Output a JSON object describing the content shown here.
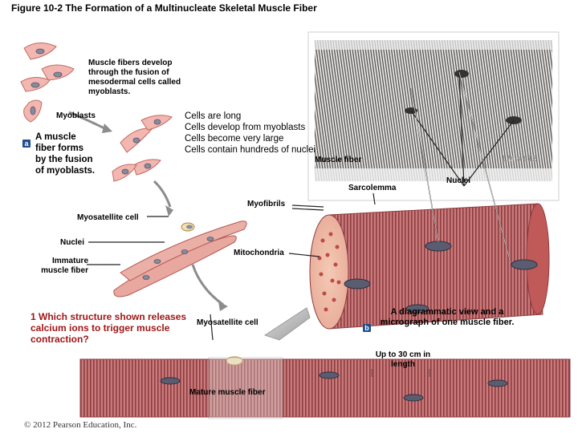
{
  "figure": {
    "title": "Figure 10-2 The Formation of a Multinucleate Skeletal Muscle Fiber",
    "copyright": "© 2012 Pearson Education, Inc."
  },
  "panel_a": {
    "badge": "a",
    "myoblast_intro": "Muscle fibers develop through the fusion of mesodermal cells called myoblasts.",
    "myoblasts_label": "Myoblasts",
    "caption": "A muscle fiber forms by the fusion of myoblasts.",
    "myosatellite_label": "Myosatellite cell",
    "nuclei_label": "Nuclei",
    "immature_label": "Immature muscle fiber",
    "mature_label": "Mature muscle fiber",
    "myosatellite_label_2": "Myosatellite cell",
    "length_label": "Up to 30 cm in length"
  },
  "question": "1 Which structure shown releases calcium ions to trigger muscle contraction?",
  "panel_b": {
    "badge": "b",
    "cell_facts": [
      "Cells are long",
      "Cells develop from myoblasts",
      "Cells become very large",
      "Cells contain hundreds of nuclei"
    ],
    "muscle_fiber_label": "Muscle fiber",
    "magnification": "LM × 612",
    "nuclei_label": "Nuclei",
    "sarcolemma_label": "Sarcolemma",
    "myofibrils_label": "Myofibrils",
    "mitochondria_label": "Mitochondria",
    "caption": "A diagrammatic view and a micrograph of one muscle fiber."
  }
}
